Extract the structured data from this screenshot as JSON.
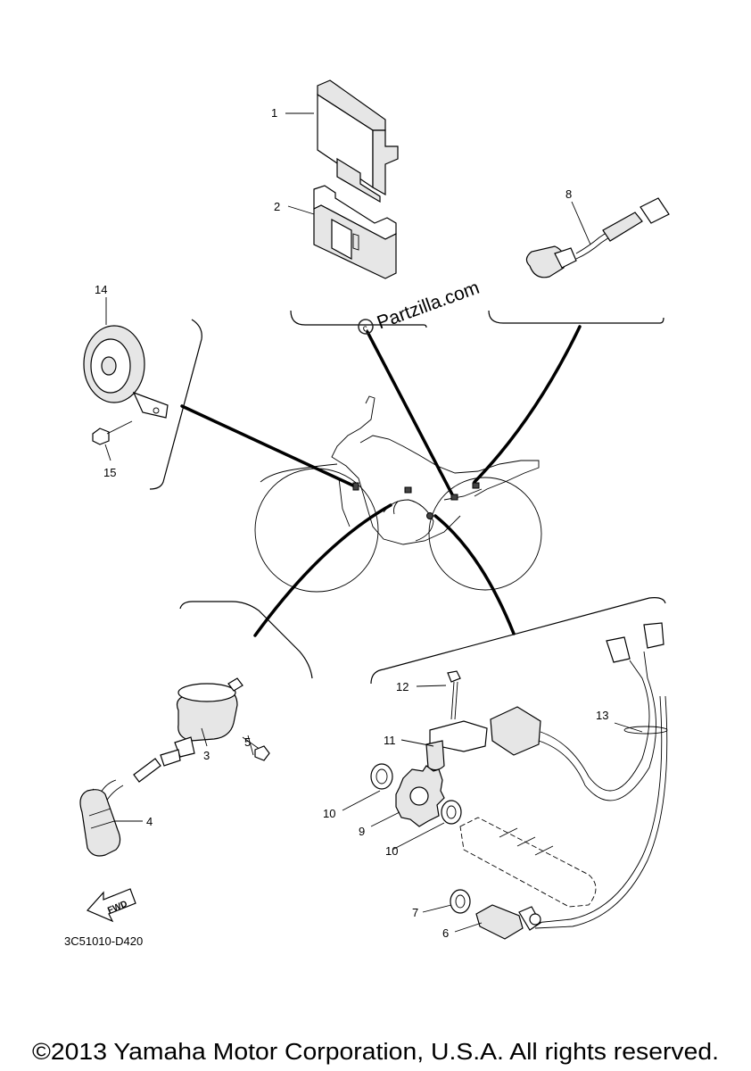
{
  "diagram_code": "3C51010-D420",
  "copyright": "©2013 Yamaha Motor Corporation, U.S.A. All rights reserved.",
  "watermark": "Partzilla.com",
  "fwd_label": "FWD",
  "callouts": {
    "c1": "1",
    "c2": "2",
    "c3": "3",
    "c4": "4",
    "c5": "5",
    "c6": "6",
    "c7": "7",
    "c8": "8",
    "c9": "9",
    "c10a": "10",
    "c10b": "10",
    "c11": "11",
    "c12": "12",
    "c13": "13",
    "c14": "14",
    "c15": "15"
  }
}
